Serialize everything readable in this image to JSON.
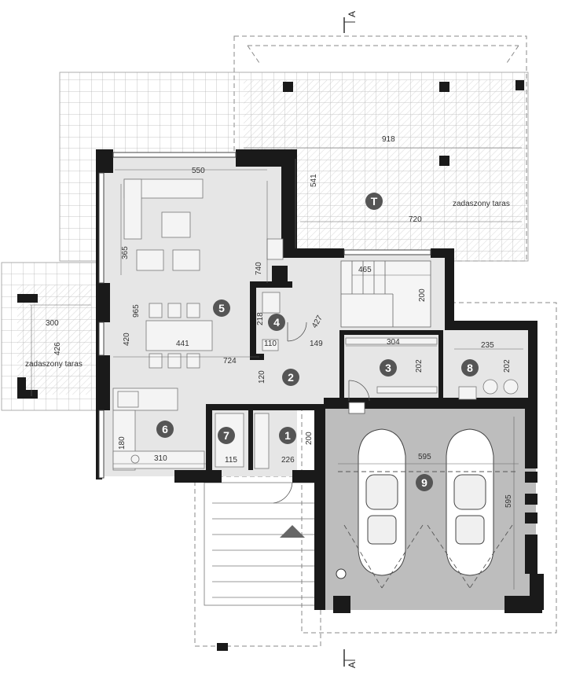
{
  "section_marks": {
    "top": "A",
    "bottom": "A"
  },
  "rooms": {
    "r1": "1",
    "r2": "2",
    "r3": "3",
    "r4": "4",
    "r5": "5",
    "r6": "6",
    "r7": "7",
    "r8": "8",
    "r9": "9",
    "rT": "T"
  },
  "labels": {
    "terrace_right": "zadaszony taras",
    "terrace_left": "zadaszony taras"
  },
  "dimensions": {
    "d918": "918",
    "d541": "541",
    "d720": "720",
    "d550": "550",
    "d365": "365",
    "d740": "740",
    "d465": "465",
    "d200a": "200",
    "d965": "965",
    "d218": "218",
    "d427": "427",
    "d110": "110",
    "d149": "149",
    "d441": "441",
    "d420": "420",
    "d724": "724",
    "d120": "120",
    "d304": "304",
    "d202a": "202",
    "d235": "235",
    "d202b": "202",
    "d300": "300",
    "d426": "426",
    "d180": "180",
    "d310": "310",
    "d115": "115",
    "d226": "226",
    "d200b": "200",
    "d595a": "595",
    "d595b": "595"
  },
  "colors": {
    "wall": "#1a1a1a",
    "room_fill": "#e6e6e6",
    "garage_fill": "#bdbdbd",
    "badge": "#555555",
    "grid": "#b5b5b5"
  }
}
